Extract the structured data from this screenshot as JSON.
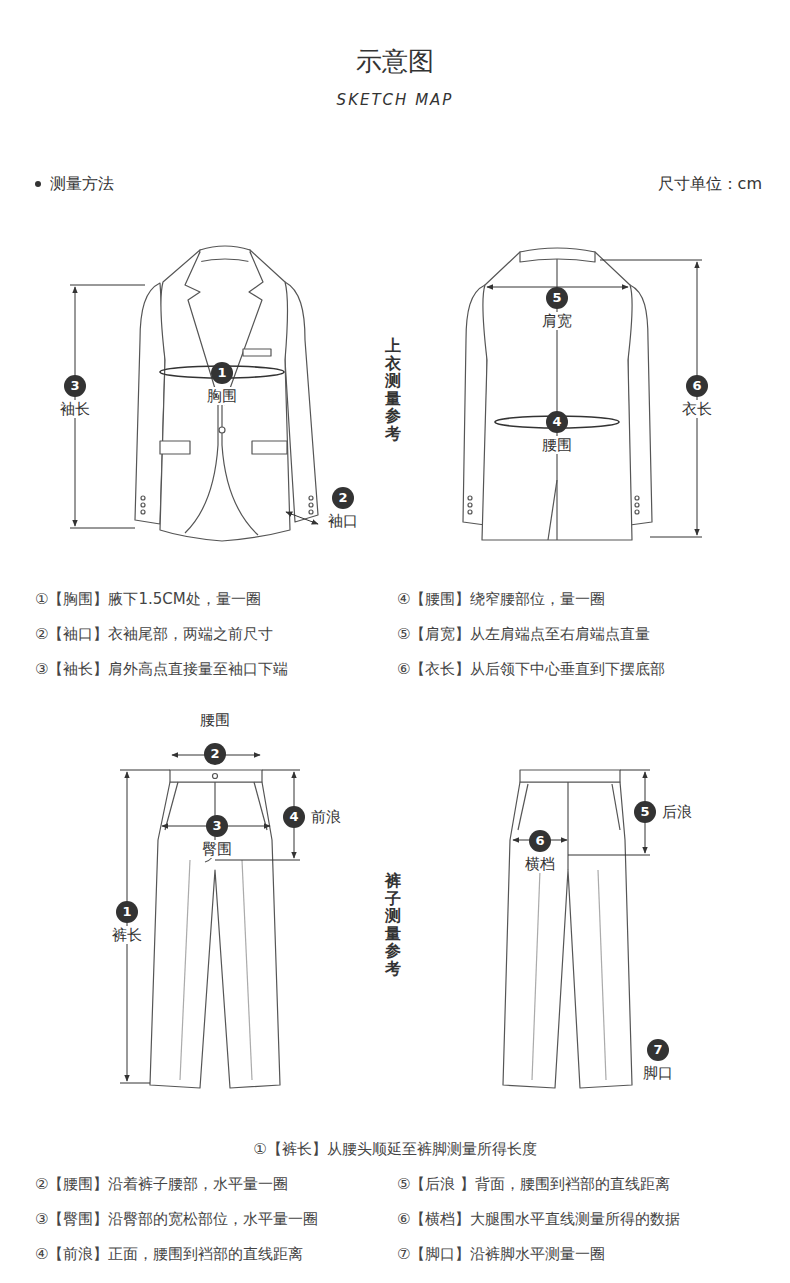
{
  "diagram": {
    "title": "示意图",
    "nodes": [
      {
        "text": [
          "1",
          "胸围"
        ]
      },
      {
        "text": [
          "3",
          "袖长"
        ]
      },
      {
        "text": [
          "2",
          "袖口"
        ]
      },
      {
        "text": [
          "5",
          "肩宽"
        ]
      },
      {
        "text": [
          "6",
          "衣长"
        ]
      },
      {
        "text": [
          "4",
          "腰围"
        ]
      },
      {
        "text": [
          "2",
          "腰围"
        ]
      },
      {
        "text": [
          "4",
          "前浪"
        ]
      },
      {
        "text": [
          "3",
          "臀围"
        ]
      },
      {
        "text": [
          "1",
          "裤长"
        ]
      },
      {
        "text": [
          "5",
          "后浪"
        ]
      },
      {
        "text": [
          "6",
          "横档"
        ]
      },
      {
        "text": [
          "7",
          "脚口"
        ]
      }
    ],
    "labels": [
      "SKETCH MAP",
      "测量方法",
      "尺寸单位：cm",
      "上衣测量参考",
      "①【胸围】腋下1.5CM处，量一圈",
      "②【袖口】衣袖尾部，两端之前尺寸",
      "③【袖长】肩外高点直接量至袖口下端",
      "④【腰围】绕窄腰部位，量一圈",
      "⑤【肩宽】从左肩端点至右肩端点直量",
      "⑥【衣长】从后领下中心垂直到下摆底部",
      "裤子测量参考",
      "①【裤长】从腰头顺延至裤脚测量所得长度",
      "②【腰围】沿着裤子腰部，水平量一圈",
      "③【臀围】沿臀部的宽松部位，水平量一圈",
      "④【前浪】正面，腰围到裆部的直线距离",
      "⑤【后浪 】背面，腰围到裆部的直线距离",
      "⑥【横档】大腿围水平直线测量所得的数据",
      "⑦【脚口】沿裤脚水平测量一圈"
    ]
  }
}
